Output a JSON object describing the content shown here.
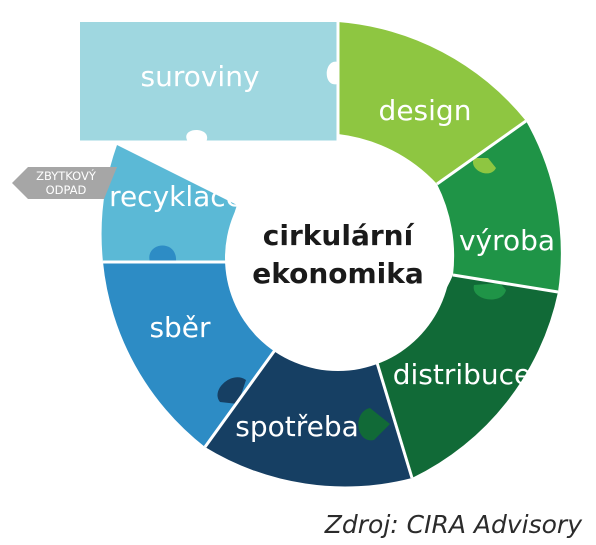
{
  "diagram": {
    "center": {
      "line1": "cirkulární",
      "line2": "ekonomika"
    },
    "segments": [
      {
        "label": "suroviny",
        "color": "#9fd7e0"
      },
      {
        "label": "design",
        "color": "#8ec641"
      },
      {
        "label": "výroba",
        "color": "#1f9447"
      },
      {
        "label": "distribuce",
        "color": "#116a37"
      },
      {
        "label": "spotřeba",
        "color": "#163f63"
      },
      {
        "label": "sběr",
        "color": "#2d8cc5"
      },
      {
        "label": "recyklace",
        "color": "#5bb9d6"
      }
    ],
    "waste": {
      "line1": "ZBYTKOVÝ",
      "line2": "ODPAD",
      "color": "#a6a6a6"
    }
  },
  "source": "Zdroj: CIRA Advisory"
}
